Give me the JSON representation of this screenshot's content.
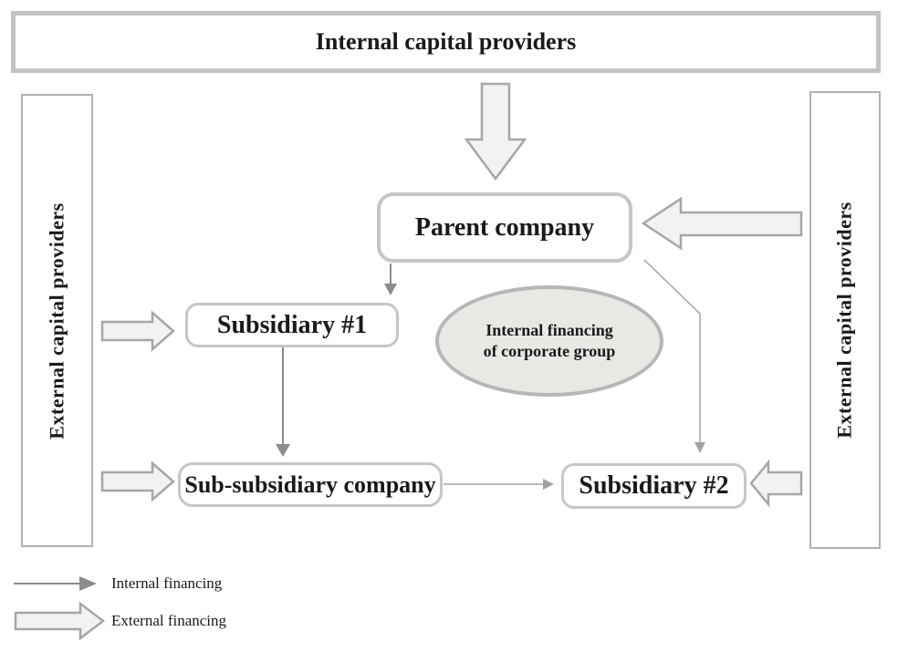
{
  "diagram": {
    "internal_capital_box": {
      "label": "Internal capital providers"
    },
    "external_capital_left_box": {
      "label": "External capital providers"
    },
    "external_capital_right_box": {
      "label": "External capital providers"
    },
    "nodes": {
      "parent_company": {
        "label": "Parent company"
      },
      "subsidiary_1": {
        "label": "Subsidiary #1"
      },
      "subsidiary_2": {
        "label": "Subsidiary #2"
      },
      "sub_subsidiary": {
        "label": "Sub-subsidiary company"
      },
      "internal_financing_ellipse": {
        "line1": "Internal financing",
        "line2": "of corporate group"
      }
    },
    "legend": {
      "internal_financing_label": "Internal financing",
      "external_financing_label": "External financing"
    },
    "colors": {
      "block_arrow_fill": "#f3f2f0",
      "block_arrow_stroke": "#a6a6a6",
      "thin_arrow": "#8c8c8c",
      "thin_arrow_light": "#a3a3a3",
      "node_border": "#c6c6c6",
      "container_border": "#b1b1b1",
      "top_box_border": "#c3c3c3",
      "ellipse_fill": "#e9e8e5",
      "ellipse_border": "#b6b6b6",
      "text": "#1a1a1a",
      "background": "#ffffff"
    }
  }
}
